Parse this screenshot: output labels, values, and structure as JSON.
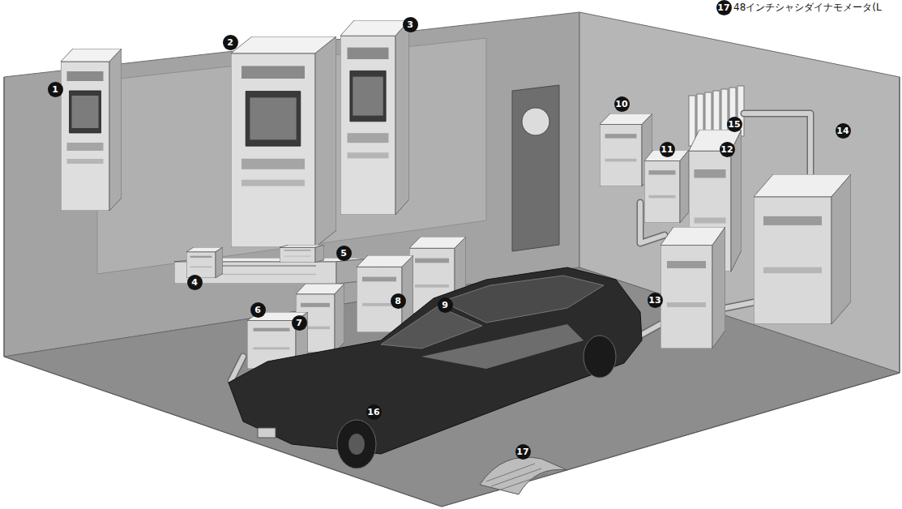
{
  "diagram": {
    "labels": [
      "17",
      "48インチシャシダイナモメータ(L",
      "1",
      "2",
      "3",
      "4",
      "5",
      "6",
      "7",
      "8",
      "9",
      "10",
      "11",
      "12",
      "13",
      "14",
      "15",
      "16",
      "17"
    ]
  }
}
